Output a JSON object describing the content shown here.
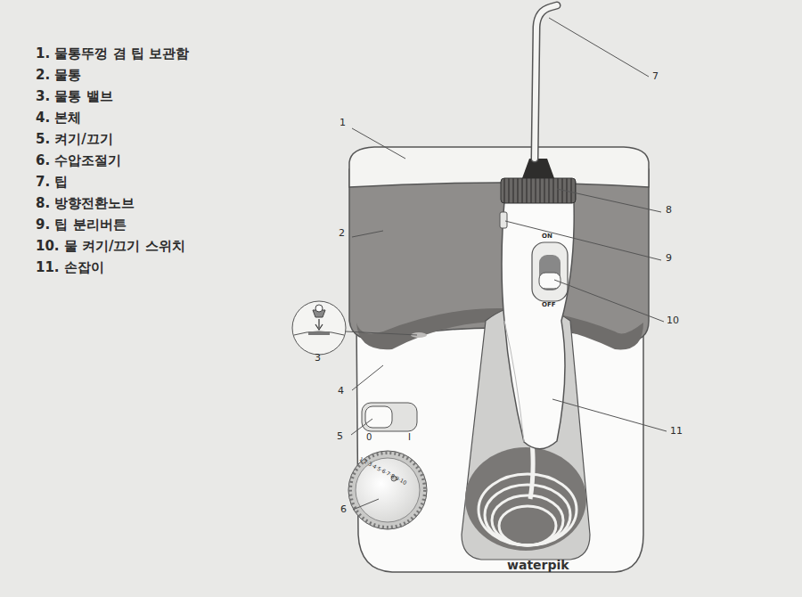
{
  "diagram": {
    "labels": [
      "1. 물통뚜껑 겸 팁 보관함",
      "2. 물통",
      "3. 물통 밸브",
      "4. 본체",
      "5. 켜기/끄기",
      "6. 수압조절기",
      "7. 팁",
      "8. 방향전환노브",
      "9. 팁 분리버튼",
      "10. 물 켜기/끄기 스위치",
      "11. 손잡이",
      "1",
      "2",
      "3",
      "4",
      "5",
      "6",
      "7",
      "8",
      "9",
      "10",
      "11",
      "ON",
      "OFF",
      "0",
      "I",
      "1·2·3·4·5·6·7·8·9·10",
      "waterpik"
    ]
  }
}
